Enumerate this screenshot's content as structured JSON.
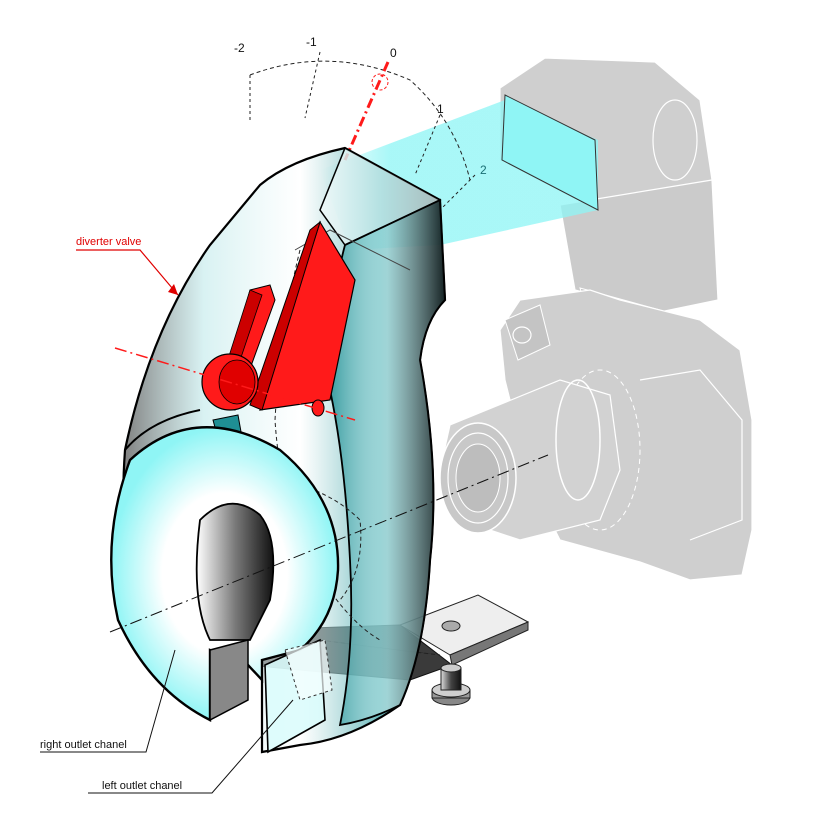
{
  "labels": {
    "diverter_valve": "diverter valve",
    "right_outlet": "right outlet chanel",
    "left_outlet": "left outlet chanel"
  },
  "scale_ticks": [
    "-2",
    "-1",
    "0",
    "1",
    "2"
  ],
  "colors": {
    "accent_red": "#ff1a1a",
    "beam_cyan": "#8ff5f5",
    "teal": "#1f8f94",
    "camera_gray": "#cccccc"
  }
}
